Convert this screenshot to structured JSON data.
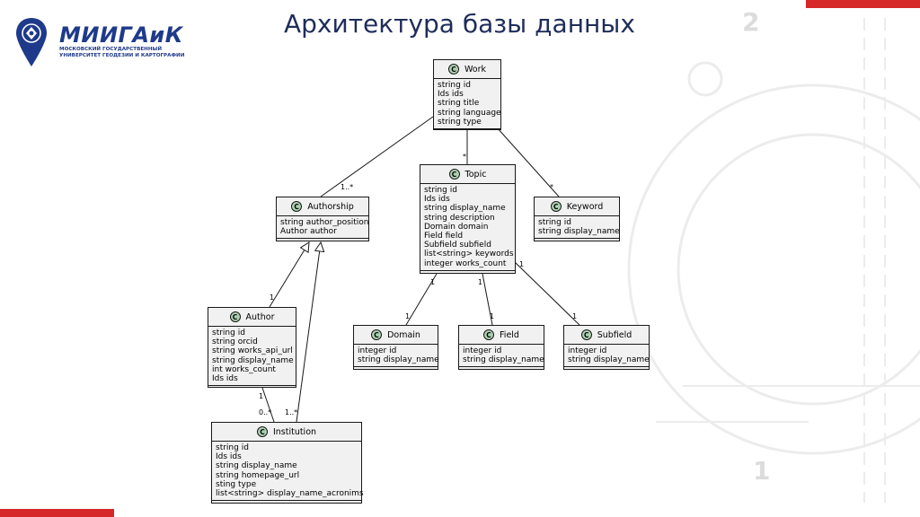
{
  "slide": {
    "title": "Архитектура базы данных",
    "logo": {
      "name": "МИИГАиК",
      "subtitle_line1": "МОСКОВСКИЙ ГОСУДАРСТВЕННЫЙ",
      "subtitle_line2": "УНИВЕРСИТЕТ ГЕОДЕЗИИ И КАРТОГРАФИИ"
    },
    "decor_numbers": {
      "top": "2",
      "bottom": "1"
    },
    "colors": {
      "accent_red": "#d62828",
      "brand_blue": "#1f3a8a",
      "class_fill": "#f1f1f1",
      "class_icon": "#add1b2"
    }
  },
  "diagram": {
    "class_stereotype_letter": "C",
    "classes": [
      {
        "id": "work",
        "name": "Work",
        "fields": [
          "string id",
          "Ids ids",
          "string title",
          "string language",
          "string type"
        ]
      },
      {
        "id": "topic",
        "name": "Topic",
        "fields": [
          "string id",
          "Ids ids",
          "string display_name",
          "string description",
          "Domain domain",
          "Field field",
          "Subfield subfield",
          "list<string> keywords",
          "integer works_count"
        ]
      },
      {
        "id": "authorship",
        "name": "Authorship",
        "fields": [
          "string author_position",
          "Author author"
        ]
      },
      {
        "id": "keyword",
        "name": "Keyword",
        "fields": [
          "string id",
          "string display_name"
        ]
      },
      {
        "id": "author",
        "name": "Author",
        "fields": [
          "string id",
          "string orcid",
          "string works_api_url",
          "string display_name",
          "int works_count",
          "Ids ids"
        ]
      },
      {
        "id": "domain",
        "name": "Domain",
        "fields": [
          "integer id",
          "string display_name"
        ]
      },
      {
        "id": "field",
        "name": "Field",
        "fields": [
          "integer id",
          "string display_name"
        ]
      },
      {
        "id": "subfield",
        "name": "Subfield",
        "fields": [
          "integer id",
          "string display_name"
        ]
      },
      {
        "id": "institution",
        "name": "Institution",
        "fields": [
          "string id",
          "Ids ids",
          "string display_name",
          "string homepage_url",
          "sting type",
          "list<string> display_name_acronims"
        ]
      }
    ],
    "relations": [
      {
        "id": "work-authorship",
        "from": "work",
        "to": "authorship",
        "type": "association",
        "label_to": "1..*"
      },
      {
        "id": "work-topic",
        "from": "work",
        "to": "topic",
        "type": "association",
        "label_to": "*"
      },
      {
        "id": "work-keyword",
        "from": "work",
        "to": "keyword",
        "type": "association",
        "label_to": "*"
      },
      {
        "id": "author-authorship",
        "from": "author",
        "to": "authorship",
        "type": "generalization",
        "label_from": "1"
      },
      {
        "id": "institution-authorship",
        "from": "institution",
        "to": "authorship",
        "type": "generalization",
        "label_from": "1..*"
      },
      {
        "id": "author-institution",
        "from": "author",
        "to": "institution",
        "type": "association",
        "label_from": "1",
        "label_to": "0..*"
      },
      {
        "id": "topic-domain",
        "from": "topic",
        "to": "domain",
        "type": "association",
        "label_from": "1",
        "label_to": "1"
      },
      {
        "id": "topic-field",
        "from": "topic",
        "to": "field",
        "type": "association",
        "label_from": "1",
        "label_to": "1"
      },
      {
        "id": "topic-subfield",
        "from": "topic",
        "to": "subfield",
        "type": "association",
        "label_from": "1",
        "label_to": "1"
      }
    ]
  }
}
